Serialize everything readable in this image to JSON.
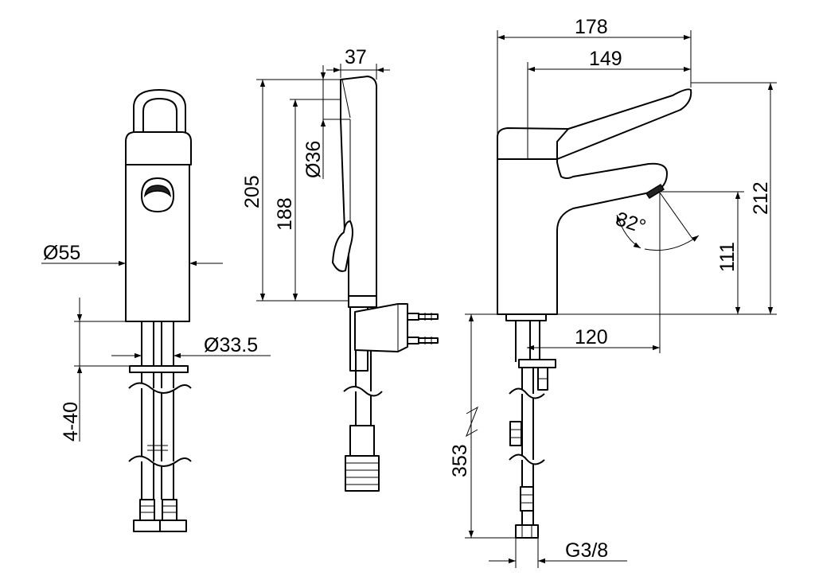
{
  "dimensions": {
    "d55": "Ø55",
    "d33_5": "Ø33.5",
    "range_4_40": "4-40",
    "w37": "37",
    "h205": "205",
    "h188": "188",
    "d36": "Ø36",
    "w178": "178",
    "w149": "149",
    "h212": "212",
    "h111": "111",
    "angle32": "32°",
    "w120": "120",
    "h353": "353",
    "thread": "G3/8"
  }
}
